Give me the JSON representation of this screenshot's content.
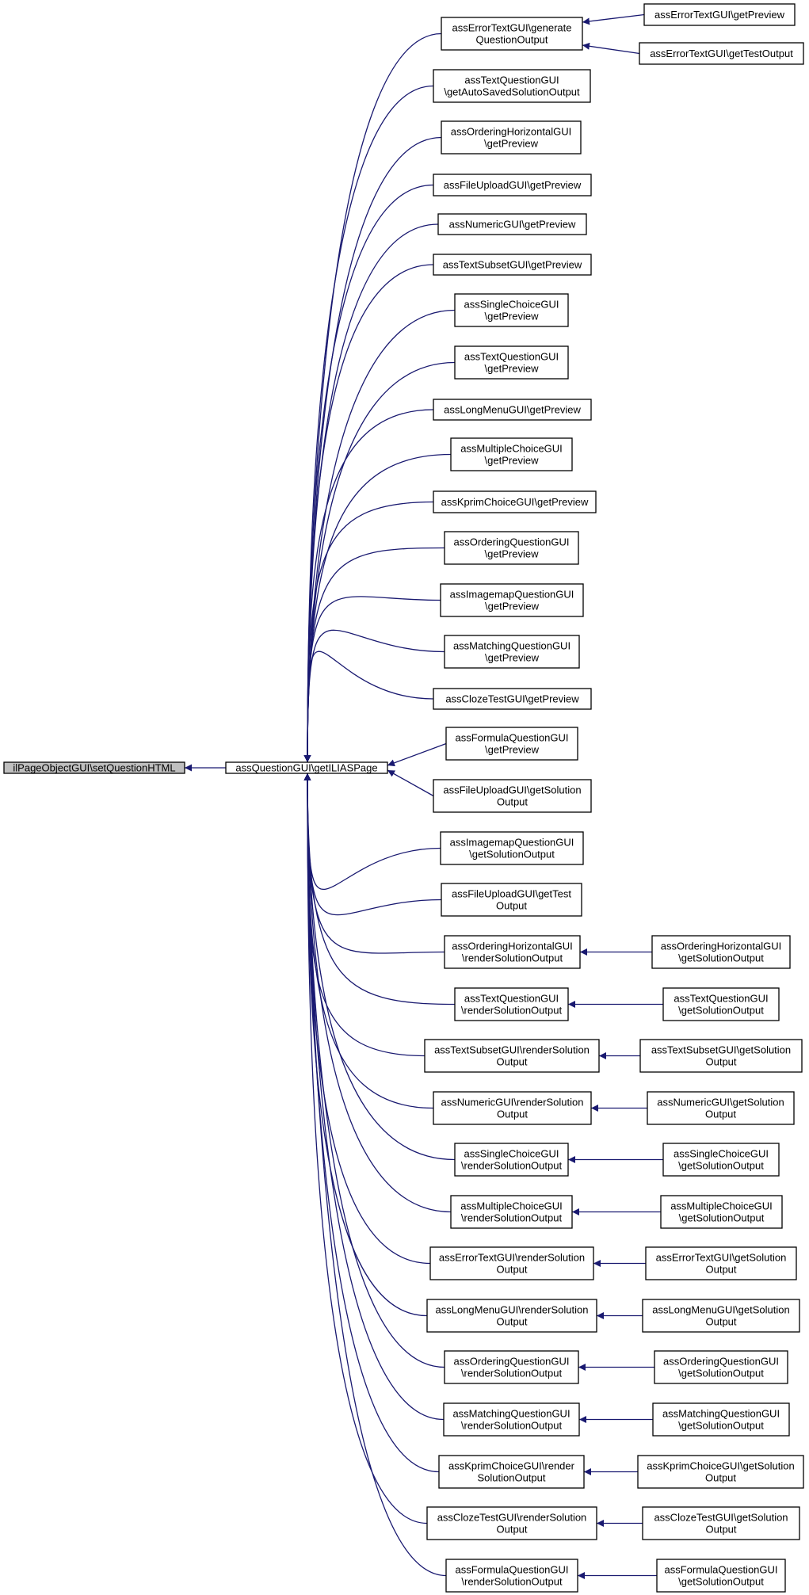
{
  "colors": {
    "edge": "#191970",
    "root_fill": "#bfbfbf",
    "node_fill": "#ffffff",
    "border": "#000000"
  },
  "nodes": [
    {
      "id": "root",
      "lines": [
        "ilPageObjectGUI\\setQuestionHTML"
      ]
    },
    {
      "id": "hub",
      "lines": [
        "assQuestionGUI\\getILIASPage"
      ]
    },
    {
      "id": "n0",
      "lines": [
        "assErrorTextGUI\\generate",
        "QuestionOutput"
      ]
    },
    {
      "id": "n1",
      "lines": [
        "assTextQuestionGUI",
        "\\getAutoSavedSolutionOutput"
      ]
    },
    {
      "id": "n2",
      "lines": [
        "assOrderingHorizontalGUI",
        "\\getPreview"
      ]
    },
    {
      "id": "n3",
      "lines": [
        "assFileUploadGUI\\getPreview"
      ]
    },
    {
      "id": "n4",
      "lines": [
        "assNumericGUI\\getPreview"
      ]
    },
    {
      "id": "n5",
      "lines": [
        "assTextSubsetGUI\\getPreview"
      ]
    },
    {
      "id": "n6",
      "lines": [
        "assSingleChoiceGUI",
        "\\getPreview"
      ]
    },
    {
      "id": "n7",
      "lines": [
        "assTextQuestionGUI",
        "\\getPreview"
      ]
    },
    {
      "id": "n8",
      "lines": [
        "assLongMenuGUI\\getPreview"
      ]
    },
    {
      "id": "n9",
      "lines": [
        "assMultipleChoiceGUI",
        "\\getPreview"
      ]
    },
    {
      "id": "n10",
      "lines": [
        "assKprimChoiceGUI\\getPreview"
      ]
    },
    {
      "id": "n11",
      "lines": [
        "assOrderingQuestionGUI",
        "\\getPreview"
      ]
    },
    {
      "id": "n12",
      "lines": [
        "assImagemapQuestionGUI",
        "\\getPreview"
      ]
    },
    {
      "id": "n13",
      "lines": [
        "assMatchingQuestionGUI",
        "\\getPreview"
      ]
    },
    {
      "id": "n14",
      "lines": [
        "assClozeTestGUI\\getPreview"
      ]
    },
    {
      "id": "n15",
      "lines": [
        "assFormulaQuestionGUI",
        "\\getPreview"
      ]
    },
    {
      "id": "n16",
      "lines": [
        "assFileUploadGUI\\getSolution",
        "Output"
      ]
    },
    {
      "id": "n17",
      "lines": [
        "assImagemapQuestionGUI",
        "\\getSolutionOutput"
      ]
    },
    {
      "id": "n18",
      "lines": [
        "assFileUploadGUI\\getTest",
        "Output"
      ]
    },
    {
      "id": "n19",
      "lines": [
        "assOrderingHorizontalGUI",
        "\\renderSolutionOutput"
      ]
    },
    {
      "id": "n20",
      "lines": [
        "assTextQuestionGUI",
        "\\renderSolutionOutput"
      ]
    },
    {
      "id": "n21",
      "lines": [
        "assTextSubsetGUI\\renderSolution",
        "Output"
      ]
    },
    {
      "id": "n22",
      "lines": [
        "assNumericGUI\\renderSolution",
        "Output"
      ]
    },
    {
      "id": "n23",
      "lines": [
        "assSingleChoiceGUI",
        "\\renderSolutionOutput"
      ]
    },
    {
      "id": "n24",
      "lines": [
        "assMultipleChoiceGUI",
        "\\renderSolutionOutput"
      ]
    },
    {
      "id": "n25",
      "lines": [
        "assErrorTextGUI\\renderSolution",
        "Output"
      ]
    },
    {
      "id": "n26",
      "lines": [
        "assLongMenuGUI\\renderSolution",
        "Output"
      ]
    },
    {
      "id": "n27",
      "lines": [
        "assOrderingQuestionGUI",
        "\\renderSolutionOutput"
      ]
    },
    {
      "id": "n28",
      "lines": [
        "assMatchingQuestionGUI",
        "\\renderSolutionOutput"
      ]
    },
    {
      "id": "n29",
      "lines": [
        "assKprimChoiceGUI\\render",
        "SolutionOutput"
      ]
    },
    {
      "id": "n30",
      "lines": [
        "assClozeTestGUI\\renderSolution",
        "Output"
      ]
    },
    {
      "id": "n31",
      "lines": [
        "assFormulaQuestionGUI",
        "\\renderSolutionOutput"
      ]
    },
    {
      "id": "r0a",
      "lines": [
        "assErrorTextGUI\\getPreview"
      ]
    },
    {
      "id": "r0b",
      "lines": [
        "assErrorTextGUI\\getTestOutput"
      ]
    },
    {
      "id": "r19",
      "lines": [
        "assOrderingHorizontalGUI",
        "\\getSolutionOutput"
      ]
    },
    {
      "id": "r20",
      "lines": [
        "assTextQuestionGUI",
        "\\getSolutionOutput"
      ]
    },
    {
      "id": "r21",
      "lines": [
        "assTextSubsetGUI\\getSolution",
        "Output"
      ]
    },
    {
      "id": "r22",
      "lines": [
        "assNumericGUI\\getSolution",
        "Output"
      ]
    },
    {
      "id": "r23",
      "lines": [
        "assSingleChoiceGUI",
        "\\getSolutionOutput"
      ]
    },
    {
      "id": "r24",
      "lines": [
        "assMultipleChoiceGUI",
        "\\getSolutionOutput"
      ]
    },
    {
      "id": "r25",
      "lines": [
        "assErrorTextGUI\\getSolution",
        "Output"
      ]
    },
    {
      "id": "r26",
      "lines": [
        "assLongMenuGUI\\getSolution",
        "Output"
      ]
    },
    {
      "id": "r27",
      "lines": [
        "assOrderingQuestionGUI",
        "\\getSolutionOutput"
      ]
    },
    {
      "id": "r28",
      "lines": [
        "assMatchingQuestionGUI",
        "\\getSolutionOutput"
      ]
    },
    {
      "id": "r29",
      "lines": [
        "assKprimChoiceGUI\\getSolution",
        "Output"
      ]
    },
    {
      "id": "r30",
      "lines": [
        "assClozeTestGUI\\getSolution",
        "Output"
      ]
    },
    {
      "id": "r31",
      "lines": [
        "assFormulaQuestionGUI",
        "\\getSolutionOutput"
      ]
    }
  ],
  "edges": [
    [
      "hub",
      "root"
    ],
    [
      "n0",
      "hub"
    ],
    [
      "n1",
      "hub"
    ],
    [
      "n2",
      "hub"
    ],
    [
      "n3",
      "hub"
    ],
    [
      "n4",
      "hub"
    ],
    [
      "n5",
      "hub"
    ],
    [
      "n6",
      "hub"
    ],
    [
      "n7",
      "hub"
    ],
    [
      "n8",
      "hub"
    ],
    [
      "n9",
      "hub"
    ],
    [
      "n10",
      "hub"
    ],
    [
      "n11",
      "hub"
    ],
    [
      "n12",
      "hub"
    ],
    [
      "n13",
      "hub"
    ],
    [
      "n14",
      "hub"
    ],
    [
      "n15",
      "hub"
    ],
    [
      "n16",
      "hub"
    ],
    [
      "n17",
      "hub"
    ],
    [
      "n18",
      "hub"
    ],
    [
      "n19",
      "hub"
    ],
    [
      "n20",
      "hub"
    ],
    [
      "n21",
      "hub"
    ],
    [
      "n22",
      "hub"
    ],
    [
      "n23",
      "hub"
    ],
    [
      "n24",
      "hub"
    ],
    [
      "n25",
      "hub"
    ],
    [
      "n26",
      "hub"
    ],
    [
      "n27",
      "hub"
    ],
    [
      "n28",
      "hub"
    ],
    [
      "n29",
      "hub"
    ],
    [
      "n30",
      "hub"
    ],
    [
      "n31",
      "hub"
    ],
    [
      "r0a",
      "n0"
    ],
    [
      "r0b",
      "n0"
    ],
    [
      "r19",
      "n19"
    ],
    [
      "r20",
      "n20"
    ],
    [
      "r21",
      "n21"
    ],
    [
      "r22",
      "n22"
    ],
    [
      "r23",
      "n23"
    ],
    [
      "r24",
      "n24"
    ],
    [
      "r25",
      "n25"
    ],
    [
      "r26",
      "n26"
    ],
    [
      "r27",
      "n27"
    ],
    [
      "r28",
      "n28"
    ],
    [
      "r29",
      "n29"
    ],
    [
      "r30",
      "n30"
    ],
    [
      "r31",
      "n31"
    ]
  ]
}
